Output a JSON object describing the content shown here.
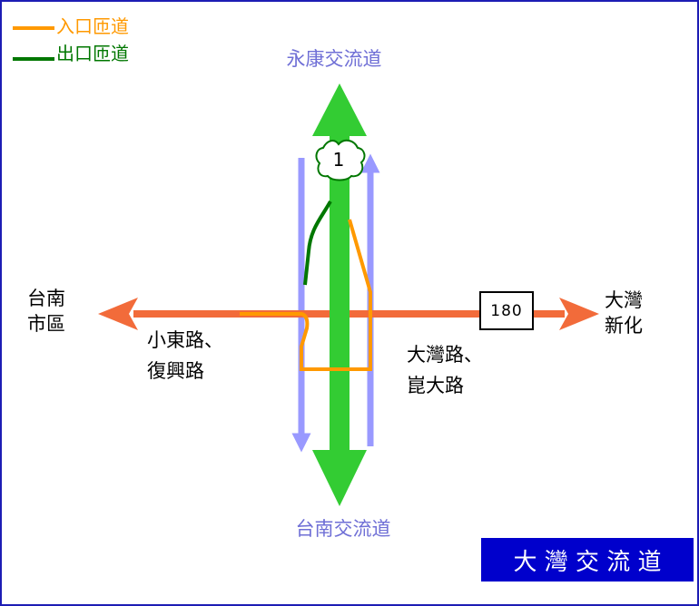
{
  "legend": {
    "entrance": {
      "label": "入口匝道",
      "color": "#ff9900"
    },
    "exit": {
      "label": "出口匝道",
      "color": "#007700"
    }
  },
  "freeway": {
    "north_label": "永康交流道",
    "south_label": "台南交流道",
    "route_number": "1",
    "main_color": "#33cc33",
    "side_color": "#9999ff"
  },
  "crossroad": {
    "color": "#f26b3a",
    "west_label_line1": "台南",
    "west_label_line2": "市區",
    "east_label_line1": "大灣",
    "east_label_line2": "新化",
    "route_number": "180",
    "west_road_line1": "小東路、",
    "west_road_line2": "復興路",
    "east_road_line1": "大灣路、",
    "east_road_line2": "崑大路"
  },
  "title": {
    "text": "大 灣 交 流 道",
    "background": "#0000cc"
  },
  "colors": {
    "frame": "#1c1cb4",
    "label_blue": "#6f6fd6"
  }
}
